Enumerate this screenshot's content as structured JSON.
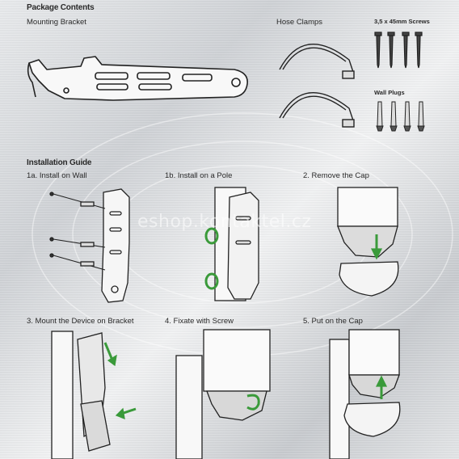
{
  "package": {
    "heading": "Package Contents",
    "mounting_bracket": "Mounting Bracket",
    "hose_clamps": "Hose Clamps",
    "screws": "3,5 x 45mm Screws",
    "wall_plugs": "Wall Plugs"
  },
  "installation": {
    "heading": "Installation Guide",
    "steps": [
      "1a. Install on Wall",
      "1b. Install on a Pole",
      "2. Remove the Cap",
      "3. Mount the Device on Bracket",
      "4. Fixate with Screw",
      "5. Put on the Cap"
    ]
  },
  "watermark": "eshop.kontaktel.cz",
  "colors": {
    "accent_green": "#3a9a3a",
    "line": "#2a2a2a"
  }
}
